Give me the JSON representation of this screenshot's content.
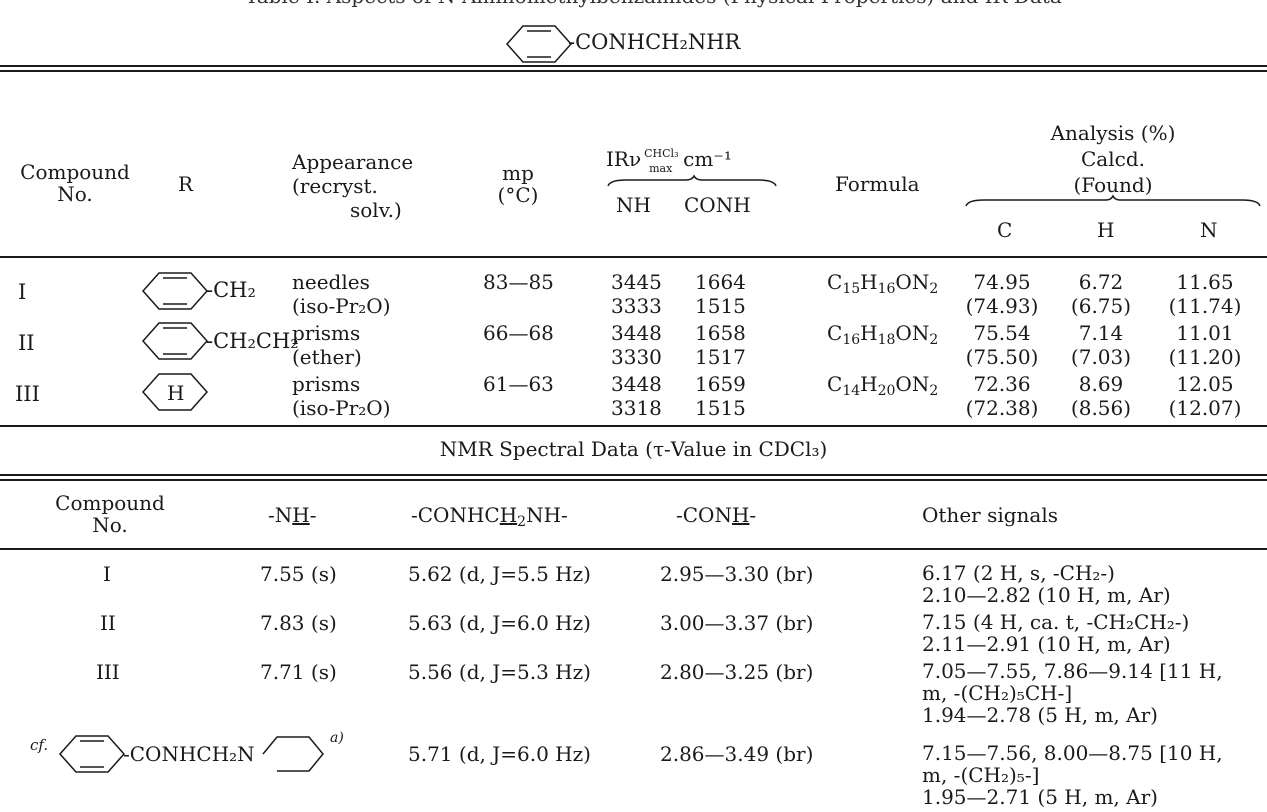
{
  "table1": {
    "caption_fragment": "Table I. Aspects of N-Aminomethylbenzamides (Physical Properties) and IR Data",
    "structure_suffix": "-CONHCH₂NHR",
    "headers": {
      "compound_line1": "Compound",
      "compound_line2": "No.",
      "r": "R",
      "appearance_line1": "Appearance",
      "appearance_line2": "(recryst.",
      "appearance_line3": "solv.)",
      "mp_line1": "mp",
      "mp_line2": "(°C)",
      "ir_prefix": "IRν",
      "ir_sup": "CHCl₃",
      "ir_sub": "max",
      "ir_unit": "cm⁻¹",
      "ir_nh": "NH",
      "ir_conh": "CONH",
      "formula": "Formula",
      "analysis_line1": "Analysis (%)",
      "analysis_line2": "Calcd.",
      "analysis_line3": "(Found)",
      "c": "C",
      "h": "H",
      "n": "N"
    },
    "rows": [
      {
        "no": "I",
        "r_text": "-CH₂",
        "appearance": "needles",
        "solvent": "(iso-Pr₂O)",
        "mp": "83—85",
        "nh1": "3445",
        "nh2": "3333",
        "conh1": "1664",
        "conh2": "1515",
        "formula_parts": [
          "C",
          "15",
          "H",
          "16",
          "ON",
          "2"
        ],
        "calc_c": "74.95",
        "calc_h": "6.72",
        "calc_n": "11.65",
        "found_c": "(74.93)",
        "found_h": "(6.75)",
        "found_n": "(11.74)"
      },
      {
        "no": "II",
        "r_text": "-CH₂CH₂",
        "appearance": "prisms",
        "solvent": "(ether)",
        "mp": "66—68",
        "nh1": "3448",
        "nh2": "3330",
        "conh1": "1658",
        "conh2": "1517",
        "formula_parts": [
          "C",
          "16",
          "H",
          "18",
          "ON",
          "2"
        ],
        "calc_c": "75.54",
        "calc_h": "7.14",
        "calc_n": "11.01",
        "found_c": "(75.50)",
        "found_h": "(7.03)",
        "found_n": "(11.20)"
      },
      {
        "no": "III",
        "r_text": "H",
        "appearance": "prisms",
        "solvent": "(iso-Pr₂O)",
        "mp": "61—63",
        "nh1": "3448",
        "nh2": "3318",
        "conh1": "1659",
        "conh2": "1515",
        "formula_parts": [
          "C",
          "14",
          "H",
          "20",
          "ON",
          "2"
        ],
        "calc_c": "72.36",
        "calc_h": "8.69",
        "calc_n": "12.05",
        "found_c": "(72.38)",
        "found_h": "(8.56)",
        "found_n": "(12.07)"
      }
    ]
  },
  "nmr": {
    "title": "NMR Spectral Data (τ-Value in CDCl₃)",
    "headers": {
      "compound_line1": "Compound",
      "compound_line2": "No.",
      "nh": "-NH-",
      "ch2": "-CONHCH₂NH-",
      "conh": "-CONH-",
      "other": "Other signals"
    },
    "rows": [
      {
        "no": "I",
        "nh": "7.55 (s)",
        "ch2": "5.62 (d, J=5.5 Hz)",
        "conh": "2.95—3.30 (br)",
        "other": [
          "6.17 (2 H, s, -CH₂-)",
          "2.10—2.82 (10 H, m, Ar)"
        ]
      },
      {
        "no": "II",
        "nh": "7.83 (s)",
        "ch2": "5.63 (d, J=6.0 Hz)",
        "conh": "3.00—3.37 (br)",
        "other": [
          "7.15 (4 H, ca. t, -CH₂CH₂-)",
          "2.11—2.91 (10 H, m, Ar)"
        ]
      },
      {
        "no": "III",
        "nh": "7.71 (s)",
        "ch2": "5.56 (d, J=5.3 Hz)",
        "conh": "2.80—3.25 (br)",
        "other": [
          "7.05—7.55, 7.86—9.14 [11 H,",
          "m, -(CH₂)₅CH-]",
          "1.94—2.78 (5 H, m, Ar)"
        ]
      },
      {
        "no": "cf.",
        "structure_text": "-CONHCH₂N",
        "footnote": "a)",
        "nh": "",
        "ch2": "5.71 (d, J=6.0 Hz)",
        "conh": "2.86—3.49 (br)",
        "other": [
          "7.15—7.56, 8.00—8.75 [10 H,",
          "m, -(CH₂)₅-]",
          "1.95—2.71 (5 H, m, Ar)"
        ]
      }
    ]
  }
}
